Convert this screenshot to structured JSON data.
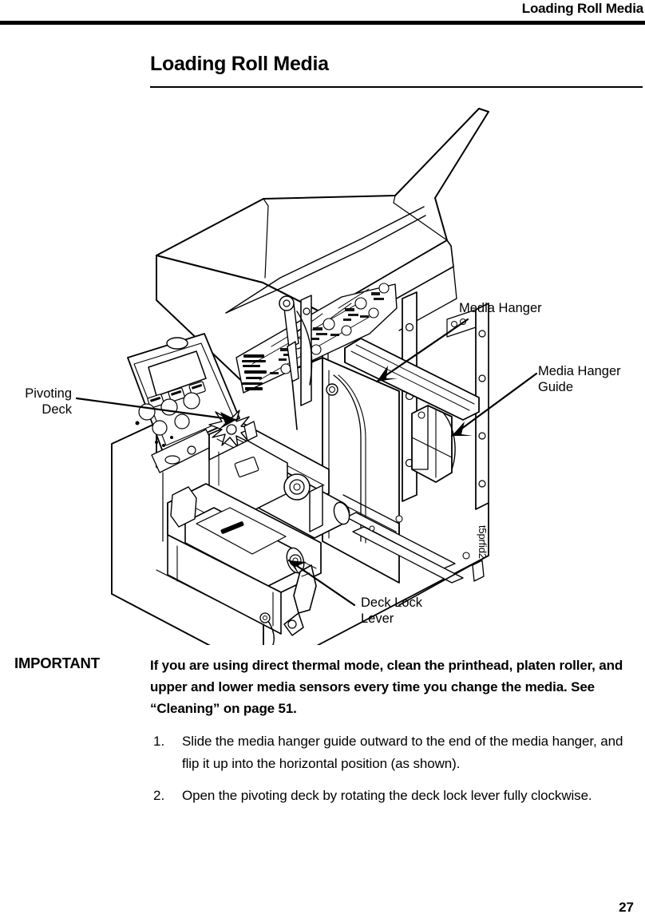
{
  "header": {
    "running_title": "Loading Roll Media"
  },
  "title": "Loading Roll Media",
  "figure": {
    "id_label": "t5prfid2",
    "callouts": [
      {
        "name": "pivoting-deck",
        "label": "Pivoting\nDeck"
      },
      {
        "name": "media-hanger",
        "label": "Media Hanger"
      },
      {
        "name": "media-hanger-guide",
        "label": "Media Hanger\nGuide"
      },
      {
        "name": "deck-lock-lever",
        "label": "Deck Lock\nLever"
      }
    ]
  },
  "important": {
    "label": "IMPORTANT",
    "text": "If you are using direct thermal mode, clean the printhead, platen roller, and upper and lower media sensors every time you change the media. See “Cleaning” on page 51."
  },
  "steps": [
    {
      "number": "1.",
      "text": "Slide the media hanger guide outward to the end of the media hanger, and flip it up into the horizontal position (as shown)."
    },
    {
      "number": "2.",
      "text": "Open the pivoting deck by rotating the deck lock lever fully clockwise."
    }
  ],
  "page_number": "27"
}
